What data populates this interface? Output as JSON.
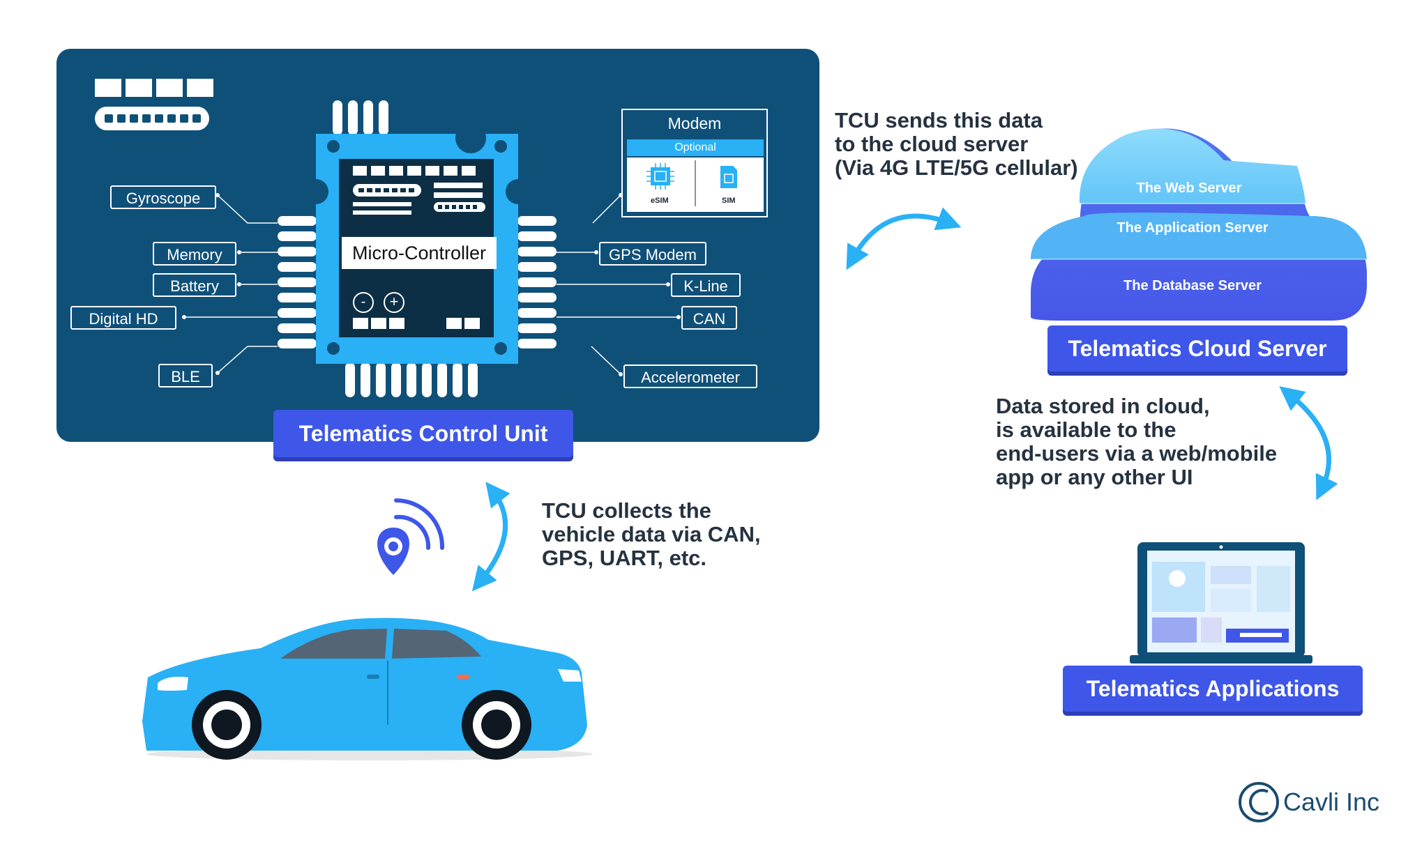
{
  "tcu": {
    "title": "Telematics Control Unit",
    "chip_label": "Micro-Controller",
    "modem": {
      "title": "Modem",
      "optional": "Optional",
      "esim": "eSIM",
      "sim": "SIM"
    },
    "sensors_left": [
      "Gyroscope",
      "Memory",
      "Battery",
      "Digital HD",
      "BLE"
    ],
    "sensors_right": [
      "GPS Modem",
      "K-Line",
      "CAN",
      "Accelerometer"
    ],
    "chip_buttons": [
      "-",
      "+"
    ]
  },
  "notes": {
    "collect": "TCU collects the\nvehicle data via CAN,\nGPS, UART, etc.",
    "send": "TCU sends this data\nto the cloud server\n(Via 4G LTE/5G cellular)",
    "stored": "Data stored in cloud,\nis available to the\nend-users via a web/mobile\napp or any other UI"
  },
  "cloud": {
    "title": "Telematics Cloud Server",
    "layers": [
      "The Web Server",
      "The Application Server",
      "The Database Server"
    ]
  },
  "apps": {
    "title": "Telematics Applications"
  },
  "brand": {
    "name": "Cavli Inc"
  },
  "colors": {
    "panel": "#0f5079",
    "chip": "#29b0f5",
    "banner": "#3e57e8",
    "car": "#29b0f5",
    "arrow": "#29b0f5",
    "cloud_top": "#7dd3fa",
    "cloud_mid": "#52b4f5",
    "cloud_bottom": "#4a62ec"
  },
  "icons": [
    "location-pin-icon",
    "wireless-signal-icon",
    "car-icon",
    "laptop-icon",
    "cloud-icon",
    "esim-chip-icon",
    "sim-card-icon",
    "cavli-logo-icon",
    "double-arrow-icon"
  ]
}
